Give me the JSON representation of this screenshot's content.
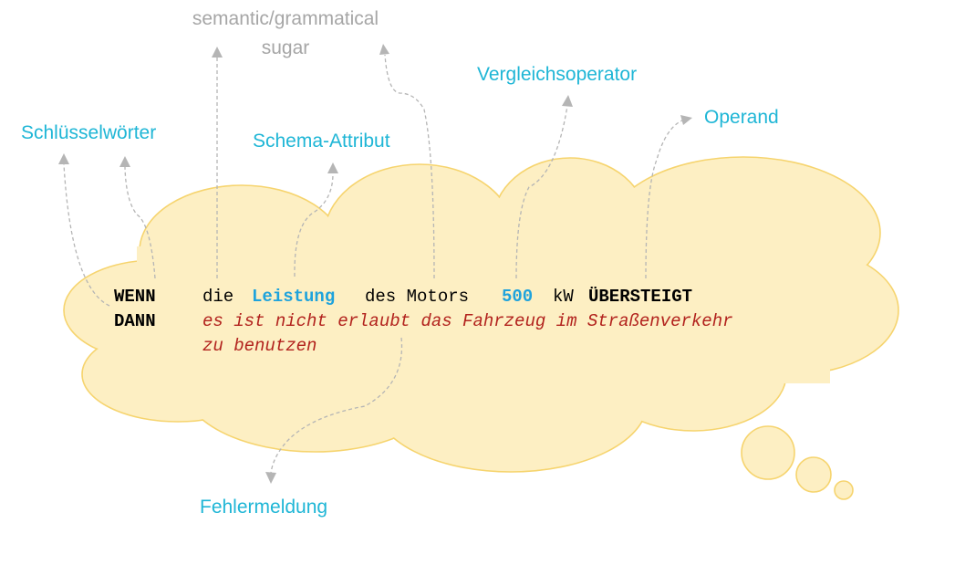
{
  "annotations": {
    "keywords": "Schlüsselwörter",
    "sugar_line1": "semantic/grammatical",
    "sugar_line2": "sugar",
    "schema_attribute": "Schema-Attribut",
    "comparison_operator": "Vergleichsoperator",
    "operand": "Operand",
    "error_message": "Fehlermeldung"
  },
  "rule": {
    "if_keyword": "WENN",
    "then_keyword": "DANN",
    "text_die": "die",
    "attribute": "Leistung",
    "text_des_motors": "des Motors",
    "operand_value": "500",
    "unit": "kW",
    "operator": "ÜBERSTEIGT",
    "error_line1": "es ist nicht erlaubt das Fahrzeug im Straßenverkehr",
    "error_line2": "zu benutzen"
  },
  "colors": {
    "annotation": "#1fb6d6",
    "annotation_gray": "#a6a6a6",
    "attribute": "#1fa3dc",
    "error": "#b2221d",
    "cloud_fill": "#fdefc3",
    "cloud_stroke": "#f6d46e",
    "connector": "#b5b5b5"
  }
}
